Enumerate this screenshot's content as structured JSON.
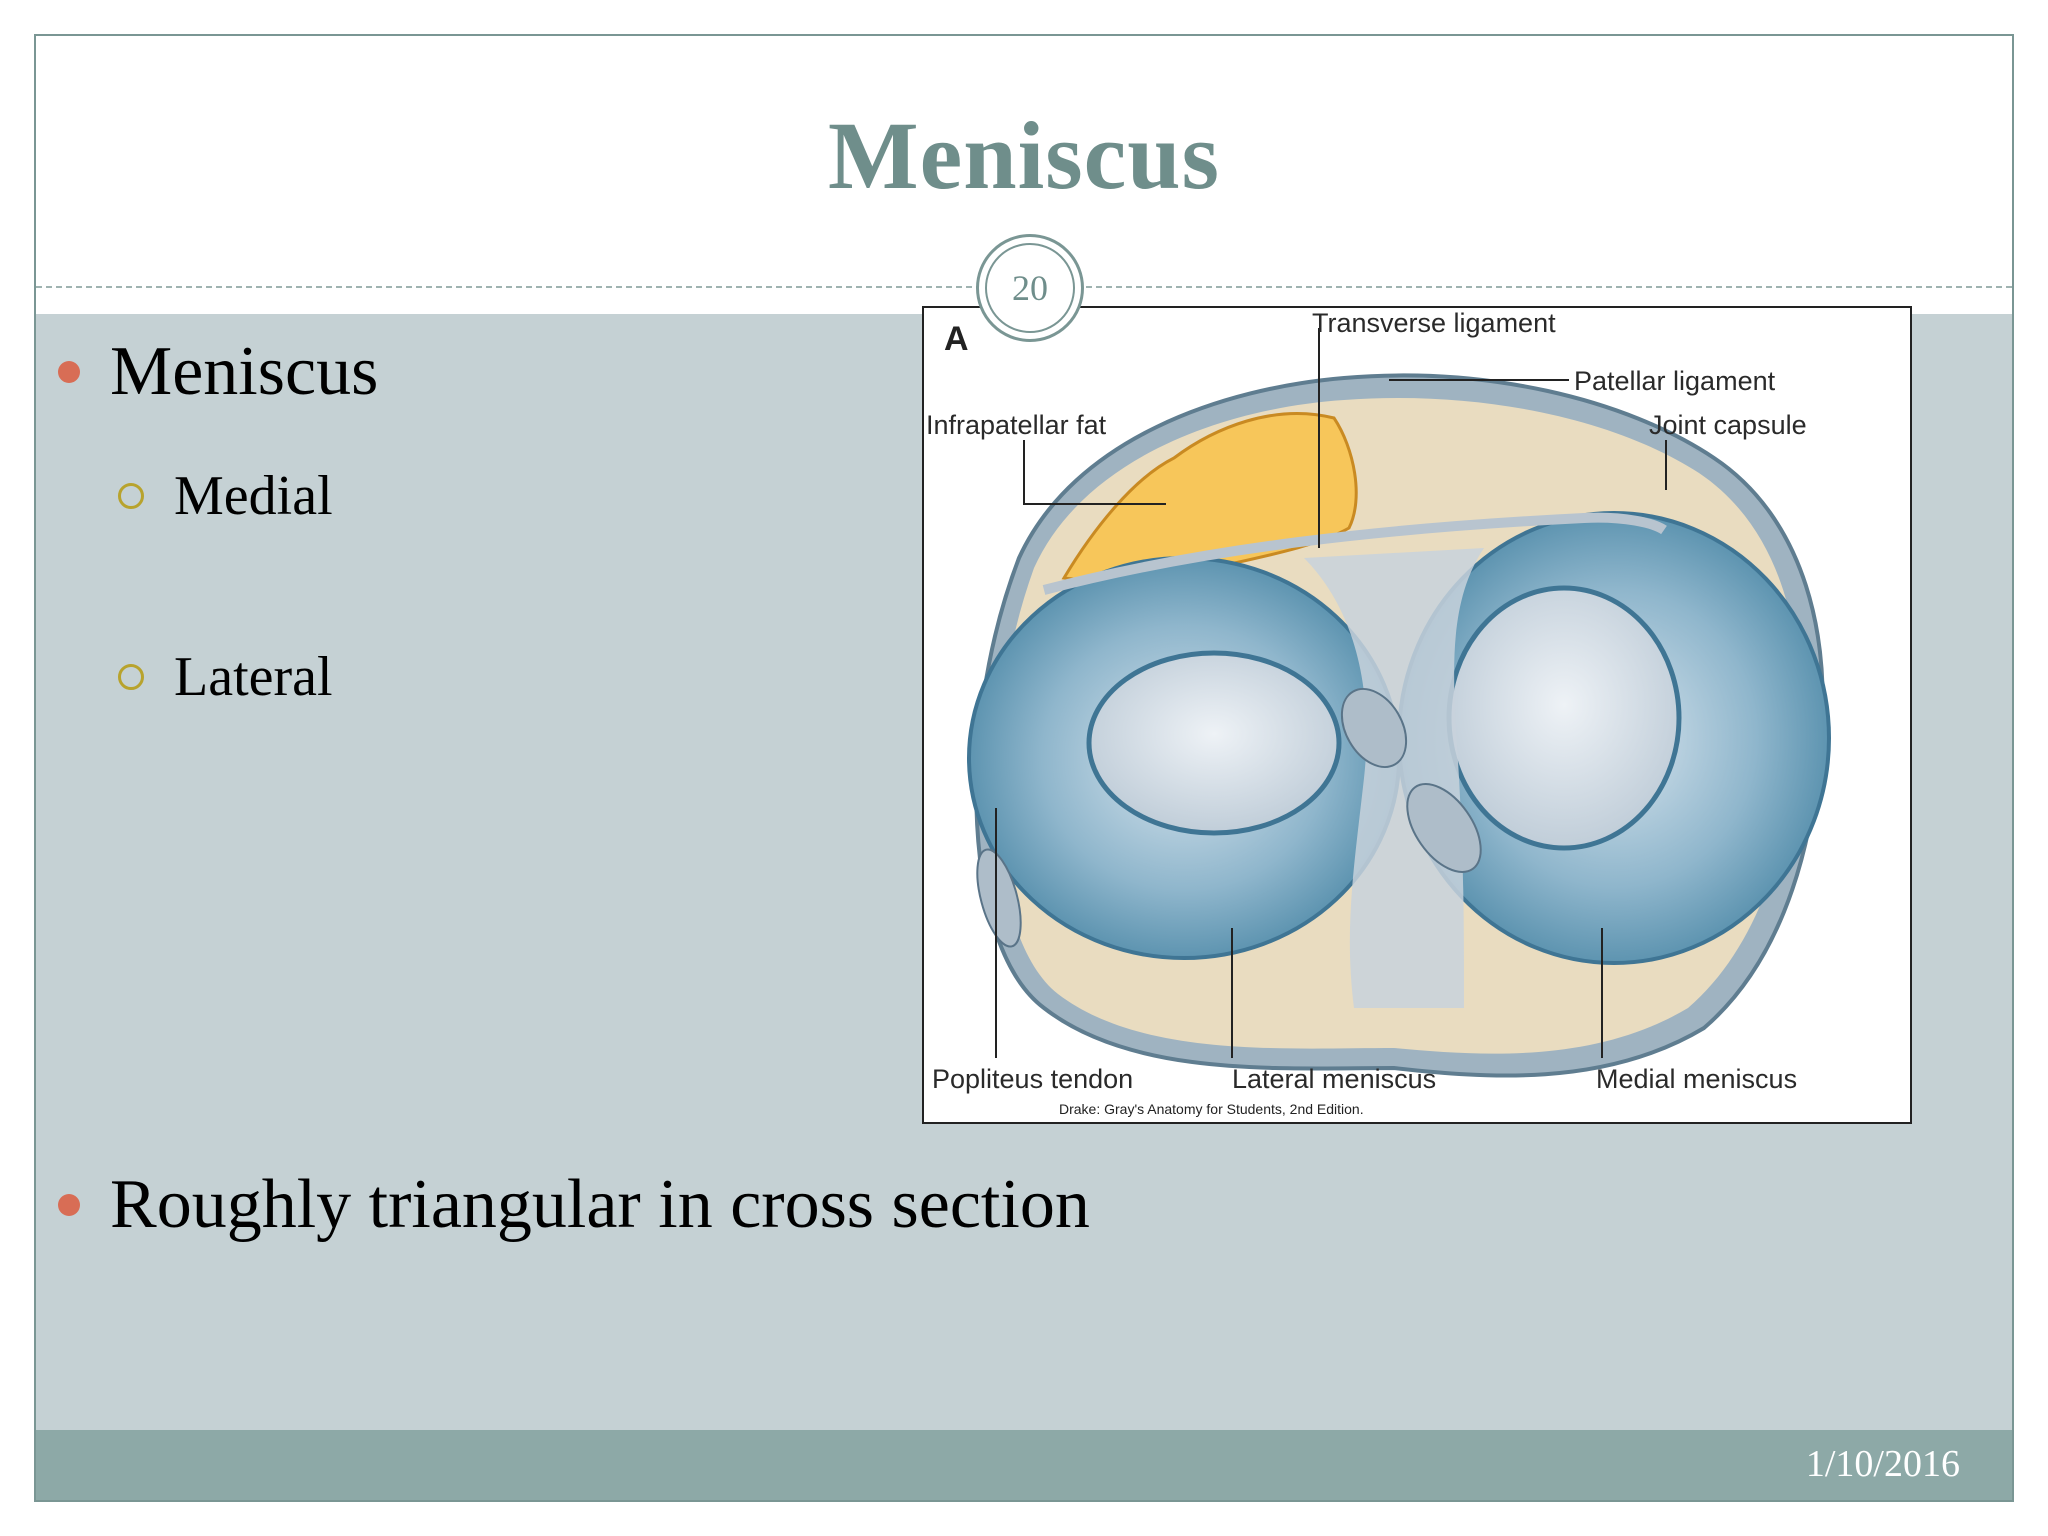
{
  "slide": {
    "title": "Meniscus",
    "number": "20",
    "date": "1/10/2016"
  },
  "bullets": {
    "item1": "Meniscus",
    "item1_sub1": "Medial",
    "item1_sub2": "Lateral",
    "item2": "Roughly triangular in cross section"
  },
  "figure": {
    "panel_letter": "A",
    "labels": {
      "transverse_ligament": "Transverse ligament",
      "patellar_ligament": "Patellar ligament",
      "infrapatellar_fat": "Infrapatellar fat",
      "joint_capsule": "Joint capsule",
      "popliteus_tendon": "Popliteus tendon",
      "lateral_meniscus": "Lateral meniscus",
      "medial_meniscus": "Medial meniscus"
    },
    "credit": "Drake: Gray's Anatomy for Students, 2nd Edition."
  },
  "colors": {
    "title": "#6f8e8b",
    "content_bg": "#c5d1d4",
    "footer_bg": "#8da9a7",
    "bullet_dot": "#d86d55",
    "sub_bullet_ring": "#b8a32d"
  }
}
